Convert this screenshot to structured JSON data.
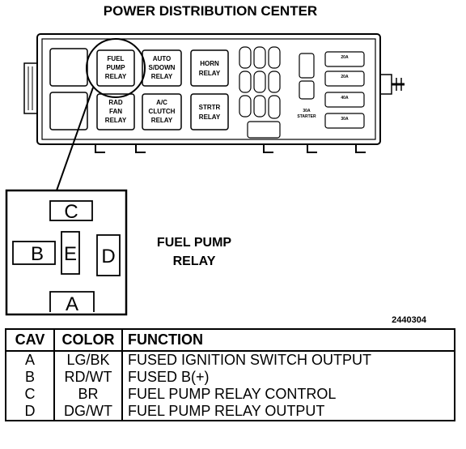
{
  "title": "POWER DISTRIBUTION CENTER",
  "pdc": {
    "relays": [
      {
        "id": "fuel-pump",
        "lines": [
          "FUEL",
          "PUMP",
          "RELAY"
        ]
      },
      {
        "id": "auto-shutdown",
        "lines": [
          "AUTO",
          "S/DOWN",
          "RELAY"
        ]
      },
      {
        "id": "horn",
        "lines": [
          "HORN",
          "RELAY"
        ]
      },
      {
        "id": "rad-fan",
        "lines": [
          "RAD",
          "FAN",
          "RELAY"
        ]
      },
      {
        "id": "ac-clutch",
        "lines": [
          "A/C",
          "CLUTCH",
          "RELAY"
        ]
      },
      {
        "id": "strtr",
        "lines": [
          "STRTR",
          "RELAY"
        ]
      }
    ],
    "fuse_labels": {
      "starter": [
        "30A",
        "STARTER"
      ],
      "labels_right": [
        "20A",
        "20A",
        "40A",
        "30A"
      ]
    }
  },
  "relay_detail": {
    "pins": {
      "c": "C",
      "b": "B",
      "e": "E",
      "d": "D",
      "a": "A"
    },
    "label_line1": "FUEL PUMP",
    "label_line2": "RELAY"
  },
  "figure_id": "2440304",
  "table": {
    "headers": {
      "cav": "CAV",
      "color": "COLOR",
      "function": "FUNCTION"
    },
    "rows": [
      {
        "cav": "A",
        "color": "LG/BK",
        "function": "FUSED IGNITION SWITCH OUTPUT"
      },
      {
        "cav": "B",
        "color": "RD/WT",
        "function": "FUSED B(+)"
      },
      {
        "cav": "C",
        "color": "BR",
        "function": "FUEL PUMP RELAY CONTROL"
      },
      {
        "cav": "D",
        "color": "DG/WT",
        "function": "FUEL PUMP RELAY OUTPUT"
      }
    ]
  }
}
